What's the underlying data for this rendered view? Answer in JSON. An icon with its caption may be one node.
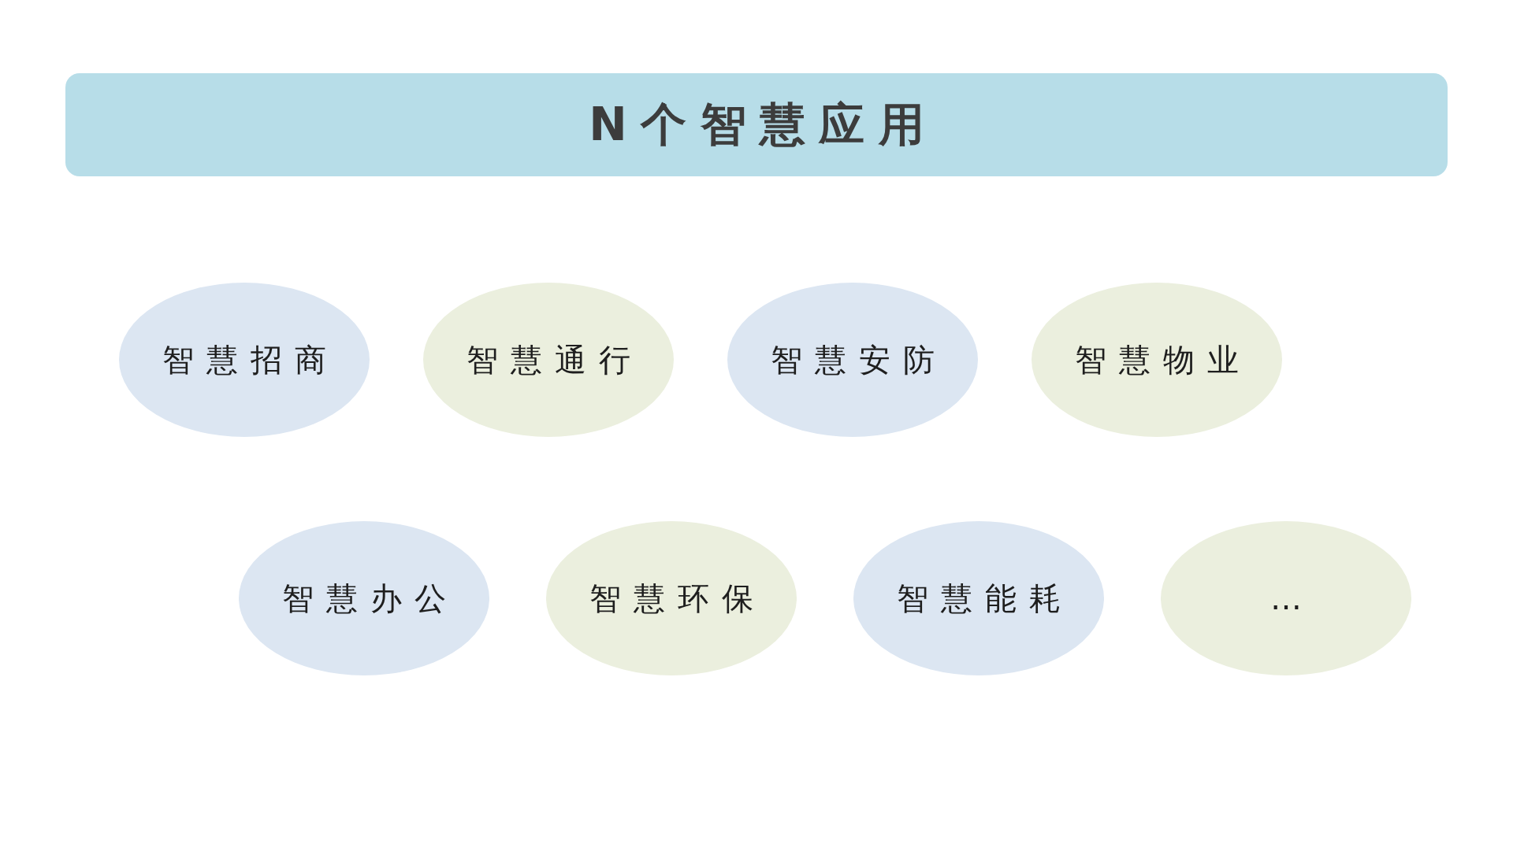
{
  "diagram": {
    "nodes": [
      {
        "text": [
          "N个智慧应用"
        ]
      },
      {
        "text": [
          "智慧招商"
        ]
      },
      {
        "text": [
          "智慧通行"
        ]
      },
      {
        "text": [
          "智慧安防"
        ]
      },
      {
        "text": [
          "智慧物业"
        ]
      },
      {
        "text": [
          "智慧办公"
        ]
      },
      {
        "text": [
          "智慧环保"
        ]
      },
      {
        "text": [
          "智慧能耗"
        ]
      },
      {
        "text": [
          "…"
        ]
      }
    ]
  }
}
